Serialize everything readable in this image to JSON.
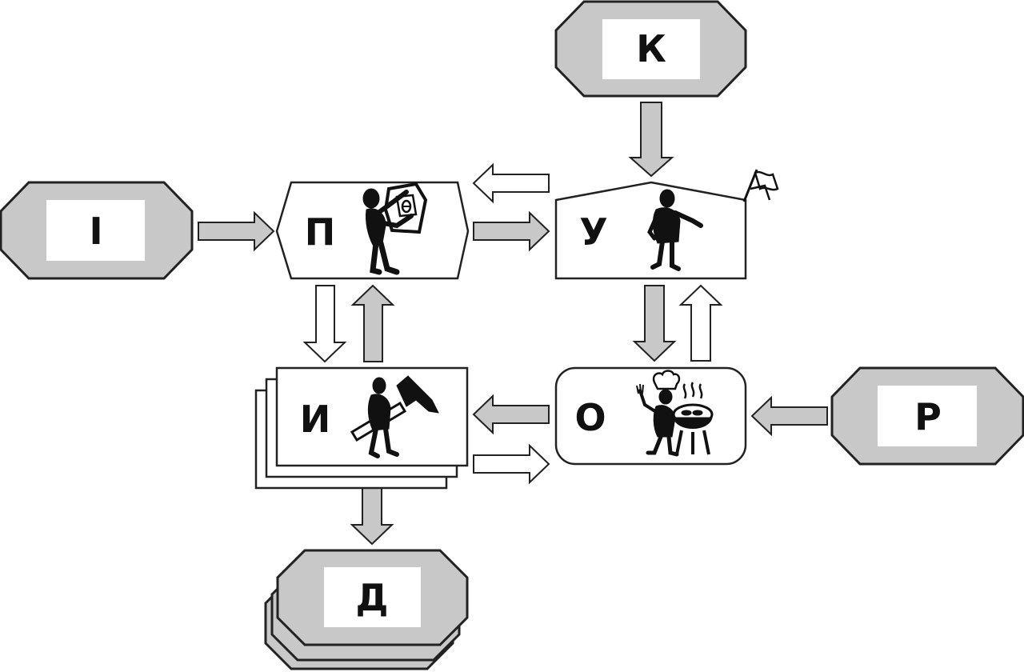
{
  "nodes": {
    "i": {
      "label": "І"
    },
    "k": {
      "label": "К"
    },
    "p": {
      "label": "П"
    },
    "u": {
      "label": "У"
    },
    "o": {
      "label": "О"
    },
    "r": {
      "label": "Р"
    },
    "and": {
      "label": "И"
    },
    "d": {
      "label": "Д"
    }
  },
  "icons": {
    "p": "person-holding-sign-icon",
    "u": "person-pointing-icon",
    "o": "person-grilling-icon",
    "and": "person-with-hammer-icon",
    "u_flag": "flag-icon"
  },
  "colors": {
    "gray_fill": "#c8c8c8",
    "outline": "#222222",
    "background": "#ffffff"
  }
}
